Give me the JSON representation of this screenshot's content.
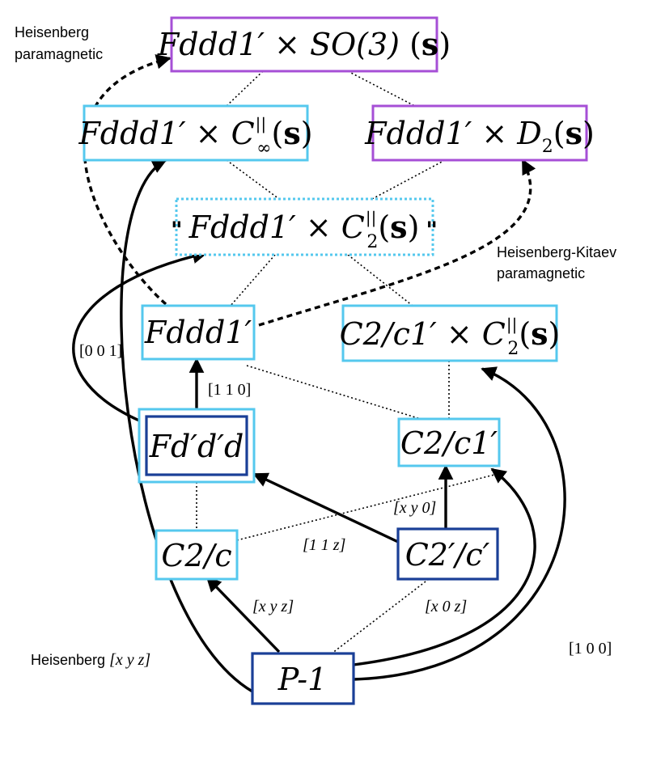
{
  "colors": {
    "purple": "#a64fd6",
    "cyan": "#55c8ee",
    "navy": "#1a3f97",
    "black": "#000000"
  },
  "nodes": {
    "so3": {
      "main": "Fddd1′ × SO(3) ",
      "spin": "s"
    },
    "cinf": {
      "main": "Fddd1′ × C",
      "sup": "||",
      "sub": "∞",
      "spin": "s"
    },
    "d2": {
      "main": "Fddd1′ × D",
      "sub": "2",
      "spin": "s"
    },
    "c2quoted": {
      "open": "\"",
      "main": "Fddd1′ × C",
      "sup": "||",
      "sub": "2",
      "spin": "s",
      "close": "\""
    },
    "fddd": {
      "text": "Fddd1′"
    },
    "c2c1c2": {
      "main": "C2/c1′ × C",
      "sup": "||",
      "sub": "2",
      "spin": "s"
    },
    "fdd": {
      "text": "Fd′d′d"
    },
    "c2c1": {
      "text": "C2/c1′"
    },
    "c2c": {
      "text": "C2/c"
    },
    "c2pc": {
      "text": "C2′/c′"
    },
    "p1": {
      "text": "P-1"
    }
  },
  "labels": {
    "heis_para_1": "Heisenberg",
    "heis_para_2": "paramagnetic",
    "hk_para_1": "Heisenberg-Kitaev",
    "hk_para_2": "paramagnetic",
    "heis_xyz_prefix": "Heisenberg ",
    "heis_xyz_vec": "[x y z]",
    "dir_001": "[0 0 1]",
    "dir_110": "[1 1 0]",
    "dir_xy0": "[x y 0]",
    "dir_11z": "[1 1 z]",
    "dir_xyz": "[x y z]",
    "dir_x0z": "[x 0 z]",
    "dir_100": "[1 0 0]"
  }
}
